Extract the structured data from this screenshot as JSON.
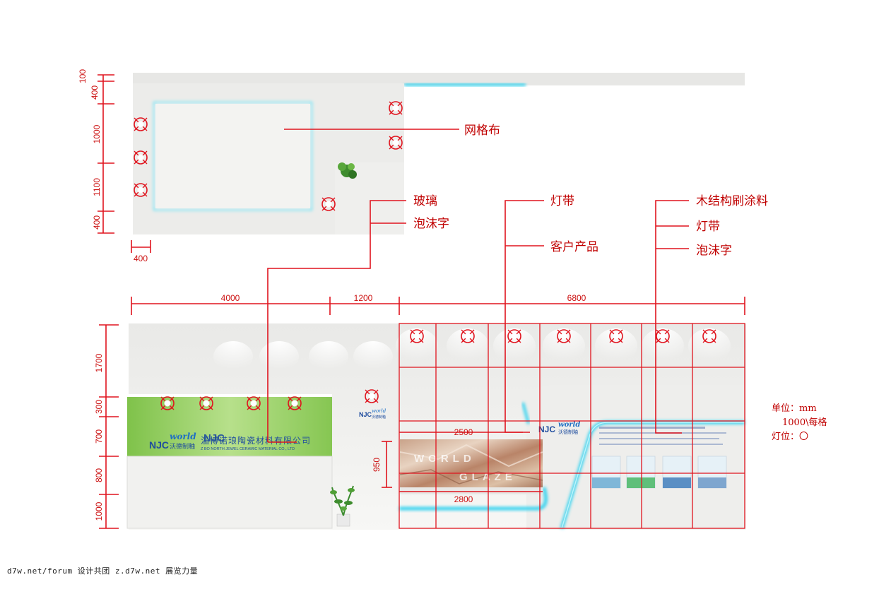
{
  "labels": {
    "mesh_cloth": "网格布",
    "glass": "玻璃",
    "foam_letters_1": "泡沫字",
    "light_strip_1": "灯带",
    "customer_products": "客户产品",
    "wood_paint": "木结构刷涂料",
    "light_strip_2": "灯带",
    "foam_letters_2": "泡沫字"
  },
  "dimensions": {
    "plan_left": [
      "100",
      "400",
      "1000",
      "1100",
      "400"
    ],
    "plan_bottom": "400",
    "elev_top": [
      "4000",
      "1200",
      "6800"
    ],
    "elev_left": [
      "1700",
      "300",
      "700",
      "800",
      "1000"
    ],
    "counter_top": "2500",
    "counter_bottom": "2800",
    "counter_height": "950"
  },
  "notes": {
    "unit": "单位：mm",
    "grid": "1000\\每格",
    "light": "灯位：〇"
  },
  "signage": {
    "company_cn": "淄博诺琅陶瓷材料有限公司",
    "company_en": "Z BO NORTH JEWEL CERAMIC MATERIAL CO., LTD",
    "brand_njc": "NJC",
    "brand_world": "world",
    "brand_cn": "沃德制釉",
    "marble_line1": "WORLD",
    "marble_line2": "GLAZE"
  },
  "footer": "d7w.net/forum 设计共团 z.d7w.net 展览力量",
  "colors": {
    "annotation": "#e0141e",
    "label_text": "#c00000",
    "glow": "#38d3ef",
    "green_panel": "#8fcd5a",
    "wall": "#f2f2f0"
  }
}
